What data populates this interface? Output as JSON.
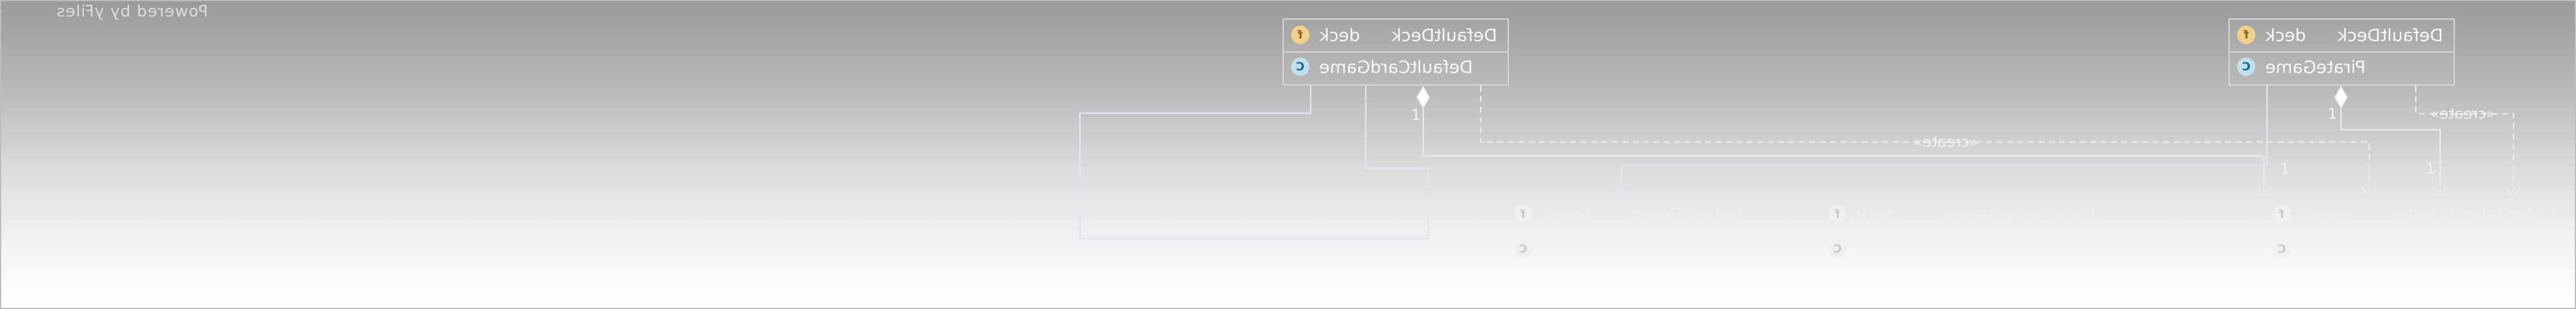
{
  "watermark": "Powered by yFiles",
  "nodes": {
    "default_game": {
      "field_name": "deck",
      "field_type": "DefaultDeck",
      "class_name": "DefaultCardGame"
    },
    "pirate_game": {
      "field_name": "deck",
      "field_type": "DefaultDeck",
      "class_name": "PirateGame"
    },
    "bottom_left": {
      "field_name": "board",
      "field_type": "DefaultBoard"
    },
    "bottom_mid": {
      "field_name": "deck",
      "field_type": "List<PirateDeck>"
    },
    "bottom_right": {
      "field_name": "cards",
      "field_type": "List<DefaultCard>"
    }
  },
  "edges": {
    "create_left": "«create»",
    "create_right": "«create»",
    "mult_a": "1",
    "mult_b": "1",
    "mult_c": "1",
    "mult_d": "1"
  },
  "colors": {
    "field_icon": "#f3cf8e",
    "class_icon": "#bfe0ee",
    "edge": "#eaeaea"
  },
  "icons": {
    "field": "f-icon",
    "class": "c-icon"
  }
}
